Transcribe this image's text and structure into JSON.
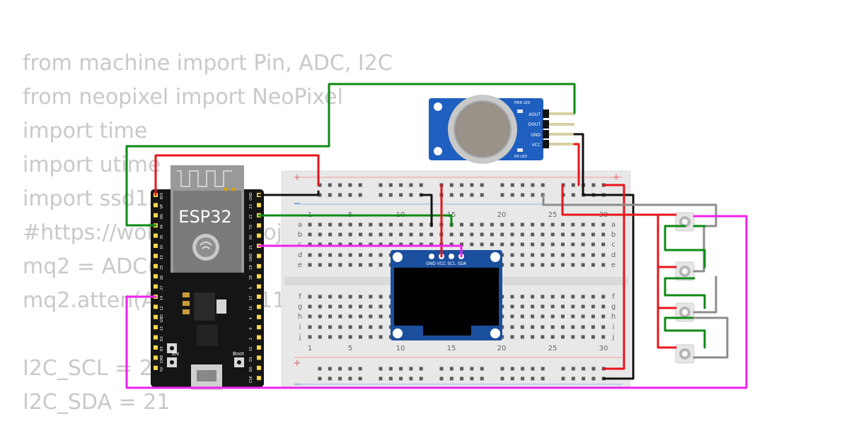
{
  "code_lines": [
    "from machine import Pin, ADC, I2C",
    "from neopixel import NeoPixel",
    "import time",
    "import utime",
    "import ssd1306",
    "#https://wokwi.com/projects/",
    "mq2 = ADC(Pin(34))",
    "mq2.atten(ADC.ATTN_11DB)",
    "",
    "I2C_SCL = 22",
    "I2C_SDA = 21"
  ],
  "esp32": {
    "label": "ESP32",
    "en_label": "EN",
    "boot_label": "Boot",
    "left_pins": [
      "3V3",
      "VP",
      "VN",
      "34",
      "35",
      "32",
      "33",
      "25",
      "26",
      "27",
      "14",
      "12",
      "GND",
      "13",
      "D2",
      "D3",
      "CMD",
      "5V"
    ],
    "right_pins": [
      "GND",
      "23",
      "22",
      "TX",
      "RX",
      "21",
      "GND",
      "19",
      "18",
      "5",
      "17",
      "16",
      "4",
      "0",
      "2",
      "15",
      "D1",
      "D0",
      "CLK"
    ]
  },
  "breadboard": {
    "column_numbers": [
      "1",
      "5",
      "10",
      "15",
      "20",
      "25",
      "30"
    ],
    "rows_top": [
      "a",
      "b",
      "c",
      "d",
      "e"
    ],
    "rows_bottom": [
      "f",
      "g",
      "h",
      "i",
      "j"
    ],
    "plus": "+",
    "minus": "−"
  },
  "mq2_sensor": {
    "pins": [
      "AOUT",
      "DOUT",
      "GND",
      "VCC"
    ],
    "pwr_led": "PWR LED",
    "d0_led": "D0 LED"
  },
  "oled": {
    "pins": [
      "GND",
      "VCC",
      "SCL",
      "SDA"
    ]
  },
  "colors": {
    "wire_red": "#e8141a",
    "wire_black": "#111111",
    "wire_green": "#0d8a15",
    "wire_magenta": "#ee22ee",
    "wire_gray": "#8c8c8c",
    "esp32_board": "#151515",
    "sensor_board": "#1e5fc0",
    "oled_board": "#1a4f9e"
  }
}
